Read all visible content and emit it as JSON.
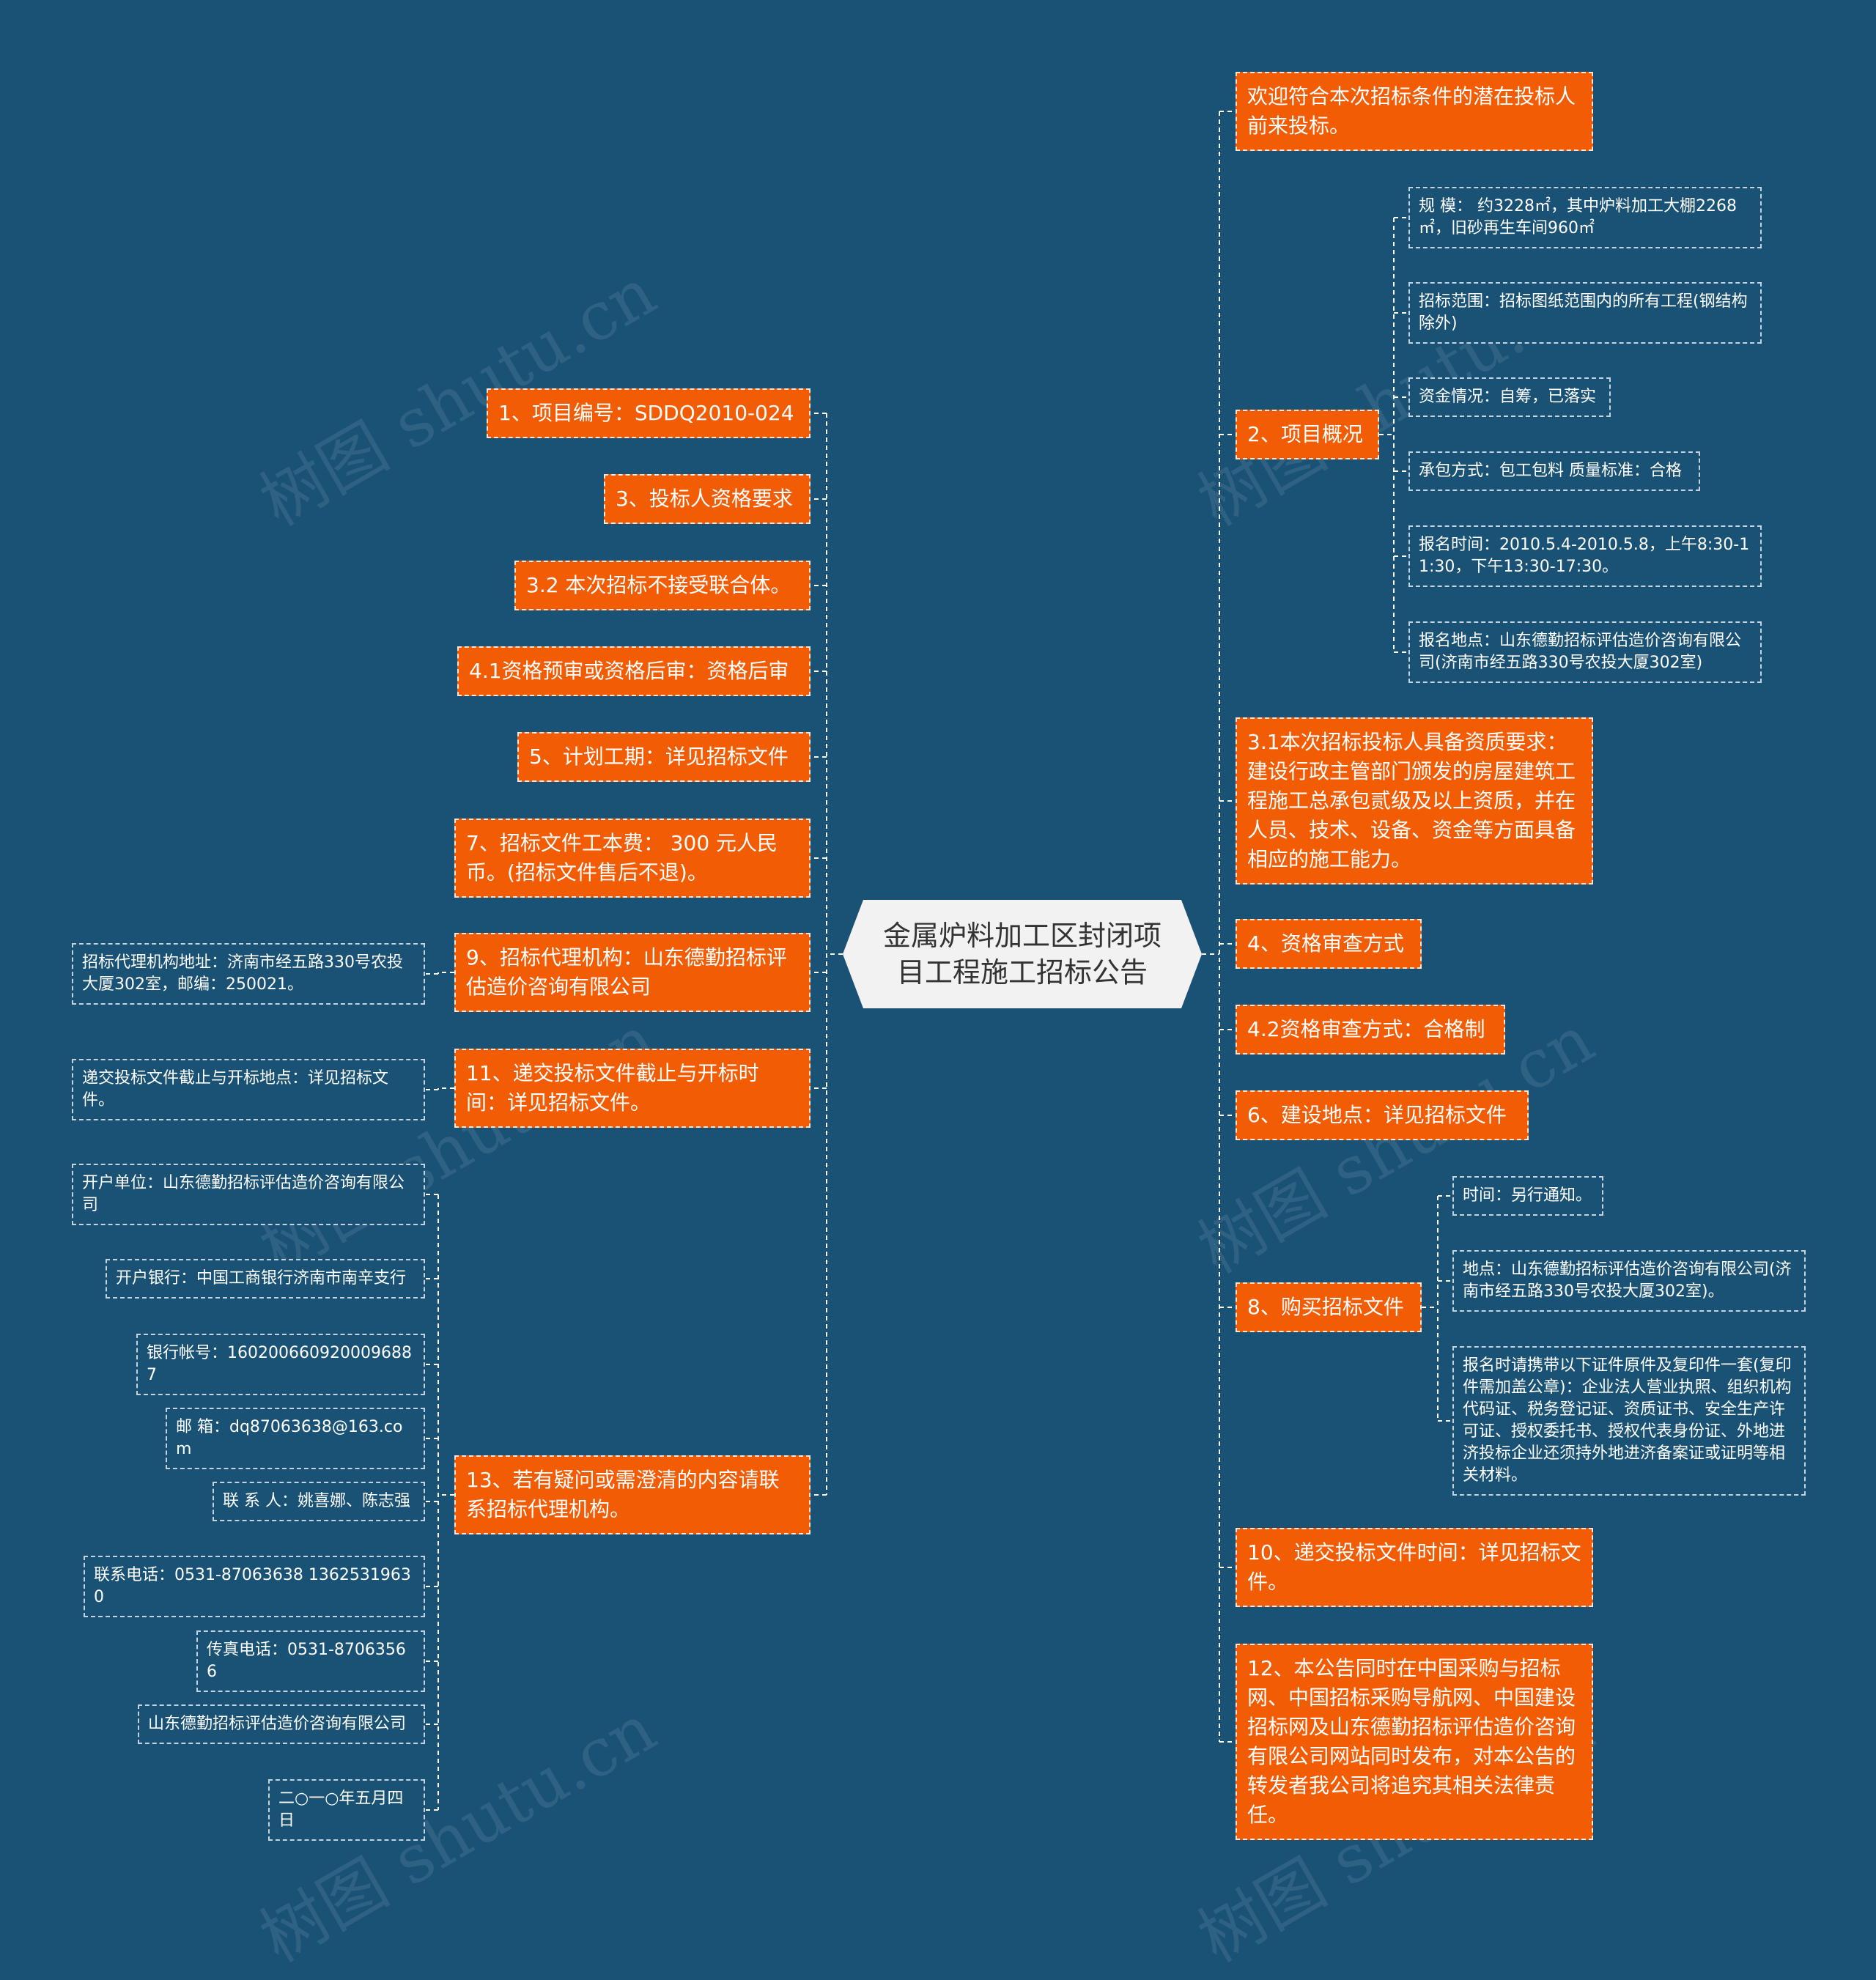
{
  "root": "金属炉料加工区封闭项目工程施工招标公告",
  "watermark": "树图 shutu.cn",
  "colors": {
    "background": "#1a5276",
    "branch": "#f25c05",
    "root_fill": "#f2f2f2",
    "line": "#ffffff"
  },
  "left": [
    {
      "text": "1、项目编号：SDDQ2010-024",
      "children": []
    },
    {
      "text": "3、投标人资格要求",
      "children": []
    },
    {
      "text": "3.2 本次招标不接受联合体。",
      "children": []
    },
    {
      "text": "4.1资格预审或资格后审：资格后审",
      "children": []
    },
    {
      "text": "5、计划工期：详见招标文件",
      "children": []
    },
    {
      "text": "7、招标文件工本费： 300 元人民币。(招标文件售后不退)。",
      "children": []
    },
    {
      "text": "9、招标代理机构：山东德勤招标评估造价咨询有限公司",
      "children": [
        "招标代理机构地址：济南市经五路330号农投大厦302室，邮编：250021。"
      ]
    },
    {
      "text": "11、递交投标文件截止与开标时间：详见招标文件。",
      "children": [
        "递交投标文件截止与开标地点：详见招标文件。"
      ]
    },
    {
      "text": "13、若有疑问或需澄清的内容请联系招标代理机构。",
      "children": [
        "开户单位：山东德勤招标评估造价咨询有限公司",
        "开户银行：中国工商银行济南市南辛支行",
        "银行帐号：1602006609200096887",
        "邮 箱：dq87063638@163.com",
        "联 系 人：姚喜娜、陈志强",
        "联系电话：0531-87063638 13625319630",
        "传真电话：0531-87063566",
        "山东德勤招标评估造价咨询有限公司",
        "二○一○年五月四日"
      ]
    }
  ],
  "right": [
    {
      "text": "欢迎符合本次招标条件的潜在投标人前来投标。",
      "children": []
    },
    {
      "text": "2、项目概况",
      "children": [
        "规 模： 约3228㎡，其中炉料加工大棚2268㎡，旧砂再生车间960㎡",
        "招标范围：招标图纸范围内的所有工程(钢结构除外)",
        "资金情况：自筹，已落实",
        "承包方式：包工包料 质量标准：合格",
        "报名时间：2010.5.4-2010.5.8，上午8:30-11:30，下午13:30-17:30。",
        "报名地点：山东德勤招标评估造价咨询有限公司(济南市经五路330号农投大厦302室)"
      ]
    },
    {
      "text": "3.1本次招标投标人具备资质要求：建设行政主管部门颁发的房屋建筑工程施工总承包贰级及以上资质，并在人员、技术、设备、资金等方面具备相应的施工能力。",
      "children": []
    },
    {
      "text": "4、资格审查方式",
      "children": []
    },
    {
      "text": "4.2资格审查方式：合格制",
      "children": []
    },
    {
      "text": "6、建设地点：详见招标文件",
      "children": []
    },
    {
      "text": "8、购买招标文件",
      "children": [
        "时间：另行通知。",
        "地点：山东德勤招标评估造价咨询有限公司(济南市经五路330号农投大厦302室)。",
        "报名时请携带以下证件原件及复印件一套(复印件需加盖公章)：企业法人营业执照、组织机构代码证、税务登记证、资质证书、安全生产许可证、授权委托书、授权代表身份证、外地进济投标企业还须持外地进济备案证或证明等相关材料。"
      ]
    },
    {
      "text": "10、递交投标文件时间：详见招标文件。",
      "children": []
    },
    {
      "text": "12、本公告同时在中国采购与招标网、中国招标采购导航网、中国建设招标网及山东德勤招标评估造价咨询有限公司网站同时发布，对本公告的转发者我公司将追究其相关法律责任。",
      "children": []
    }
  ]
}
